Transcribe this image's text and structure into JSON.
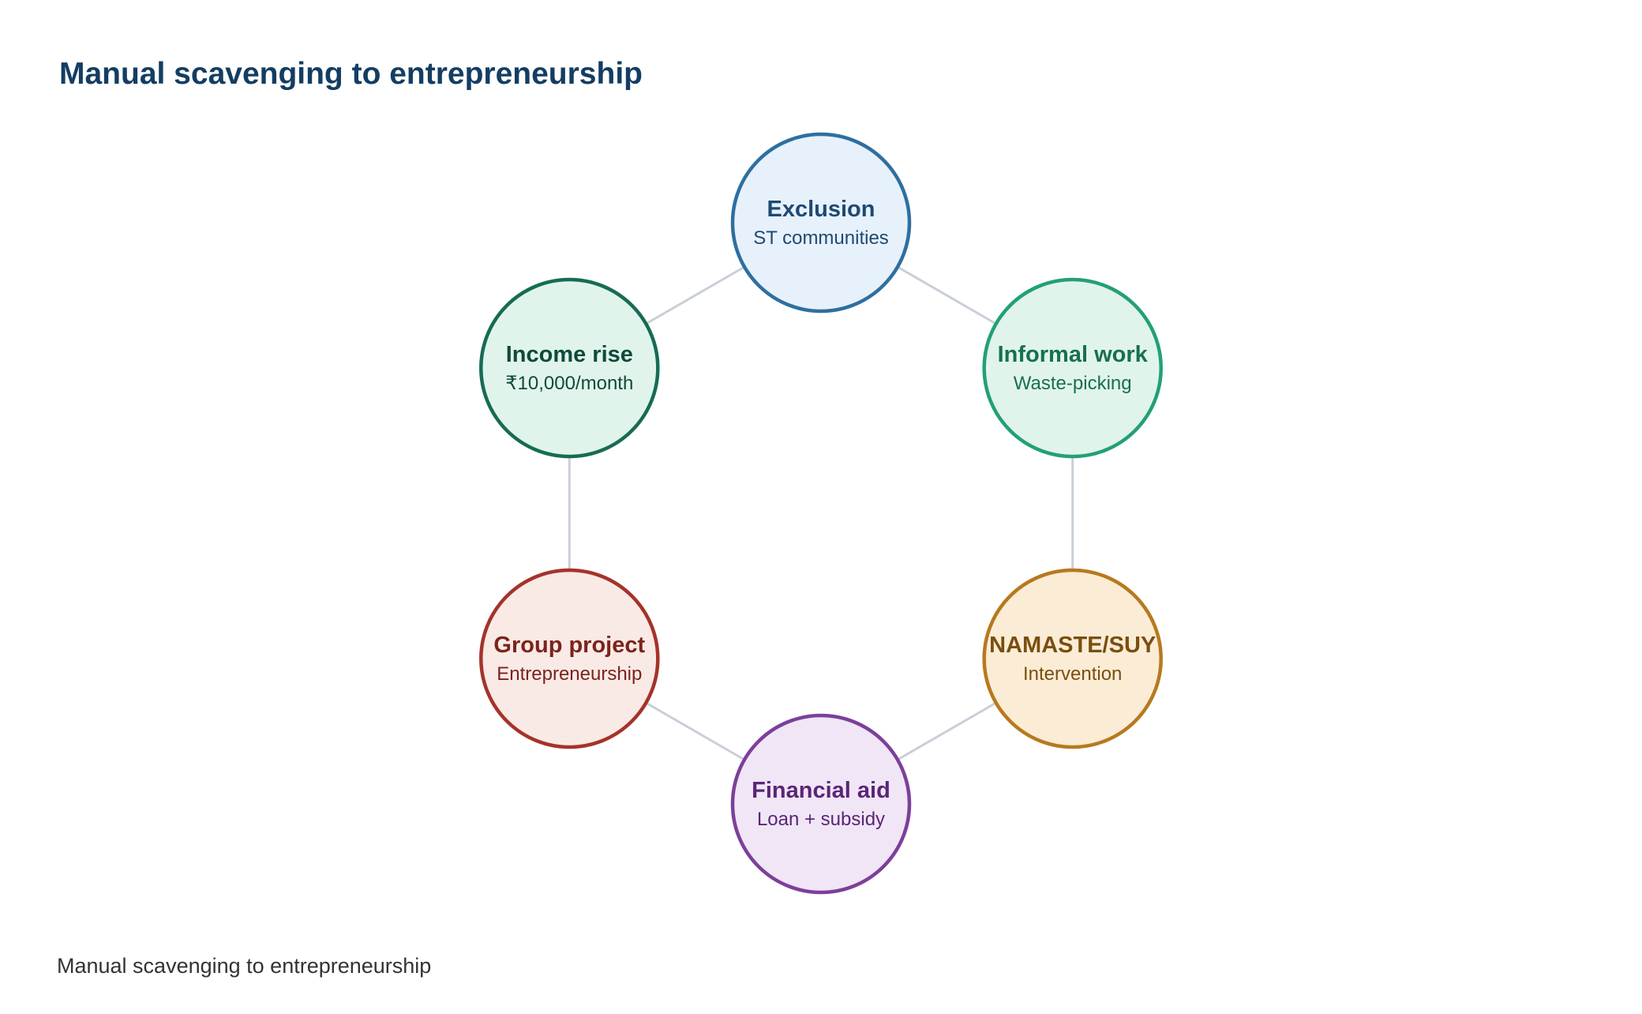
{
  "title": "Manual scavenging to entrepreneurship",
  "caption": "Manual scavenging to entrepreneurship",
  "colors": {
    "connector": "#c9cfd9",
    "exclusion": {
      "stroke": "#2e6fa0",
      "fill": "#e7f1fb",
      "text": "#1d4a72"
    },
    "informal_work": {
      "stroke": "#22a076",
      "fill": "#e1f4ec",
      "text": "#17704f"
    },
    "namaste_suy": {
      "stroke": "#b7791f",
      "fill": "#fbecd6",
      "text": "#7a4e0f"
    },
    "financial_aid": {
      "stroke": "#7c3f9b",
      "fill": "#f0e6f6",
      "text": "#5b2576"
    },
    "group_project": {
      "stroke": "#a5332a",
      "fill": "#f9eae6",
      "text": "#7b231c"
    },
    "income_rise": {
      "stroke": "#176b54",
      "fill": "#e1f4ec",
      "text": "#0f4a3a"
    }
  },
  "nodes": [
    {
      "id": "exclusion",
      "title": "Exclusion",
      "subtitle": "ST communities"
    },
    {
      "id": "informal_work",
      "title": "Informal work",
      "subtitle": "Waste-picking"
    },
    {
      "id": "namaste_suy",
      "title": "NAMASTE/SUY",
      "subtitle": "Intervention"
    },
    {
      "id": "financial_aid",
      "title": "Financial aid",
      "subtitle": "Loan + subsidy"
    },
    {
      "id": "group_project",
      "title": "Group project",
      "subtitle": "Entrepreneurship"
    },
    {
      "id": "income_rise",
      "title": "Income rise",
      "subtitle": "₹10,000/month"
    }
  ],
  "edges": [
    [
      "exclusion",
      "informal_work"
    ],
    [
      "informal_work",
      "namaste_suy"
    ],
    [
      "namaste_suy",
      "financial_aid"
    ],
    [
      "financial_aid",
      "group_project"
    ],
    [
      "group_project",
      "income_rise"
    ],
    [
      "income_rise",
      "exclusion"
    ]
  ]
}
